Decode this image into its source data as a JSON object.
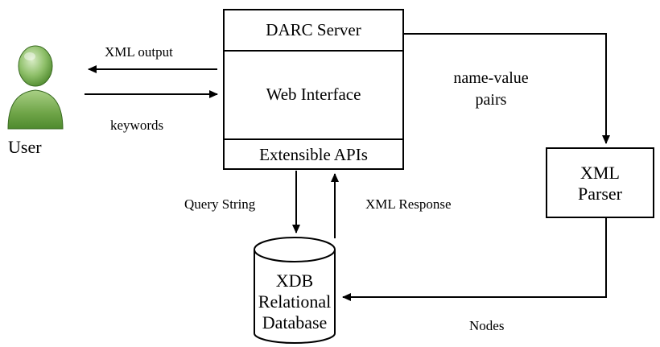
{
  "user": {
    "label": "User"
  },
  "server": {
    "title": "DARC Server",
    "interface": "Web Interface",
    "apis": "Extensible APIs"
  },
  "parser": {
    "line1": "XML",
    "line2": "Parser"
  },
  "database": {
    "line1": "XDB",
    "line2": "Relational",
    "line3": "Database"
  },
  "edges": {
    "xml_output": "XML output",
    "keywords": "keywords",
    "name_value_1": "name-value",
    "name_value_2": "pairs",
    "query_string": "Query String",
    "xml_response": "XML Response",
    "nodes": "Nodes"
  },
  "colors": {
    "user_fill_light": "#b9d89a",
    "user_fill_dark": "#4f8a2e",
    "user_outline": "#3a6b22"
  }
}
